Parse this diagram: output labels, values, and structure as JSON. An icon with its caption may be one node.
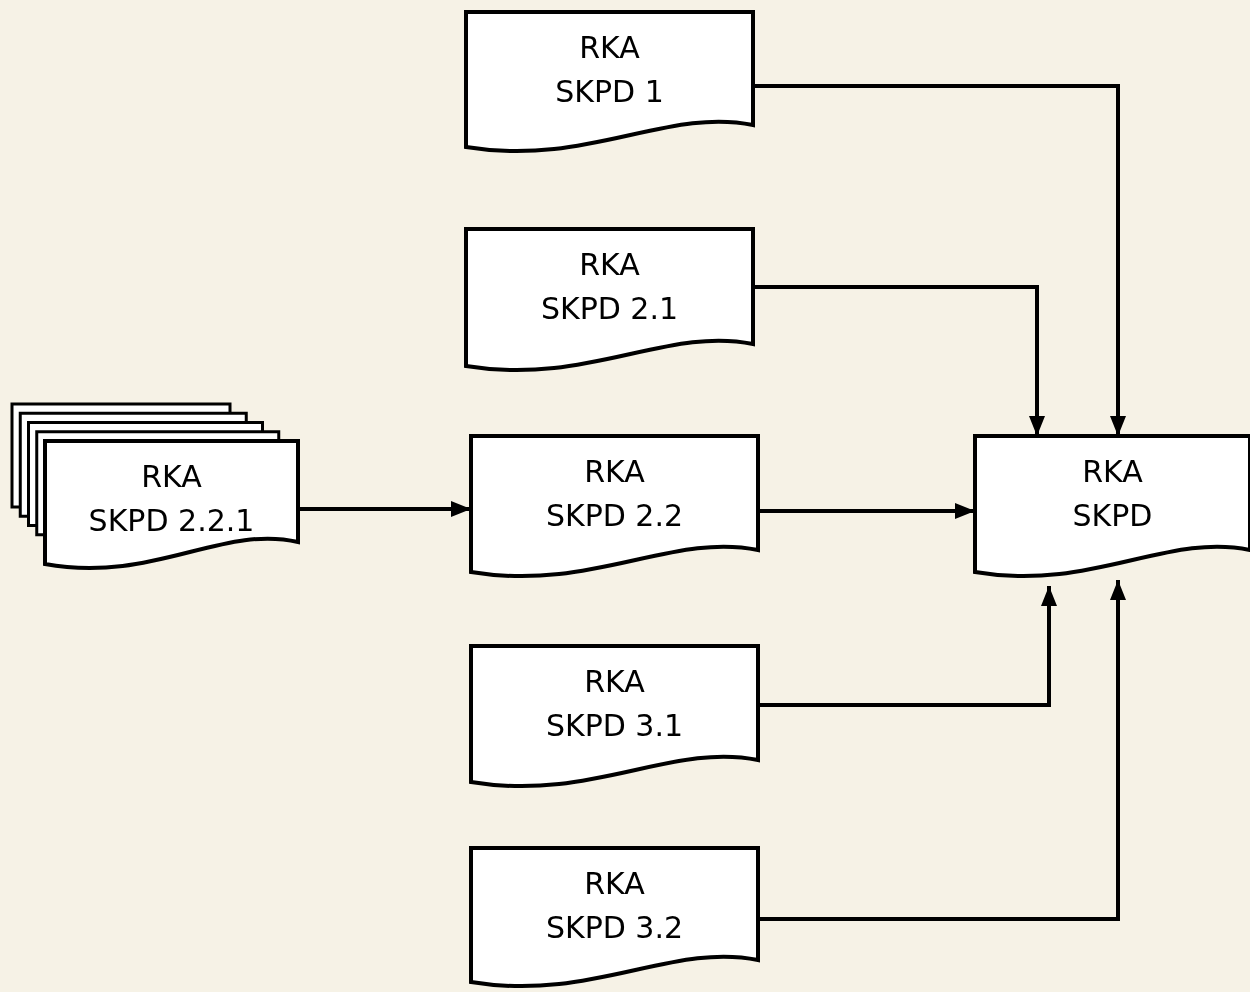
{
  "diagram": {
    "nodes": [
      {
        "text": [
          "RKA SKPD 1"
        ]
      },
      {
        "text": [
          "RKA SKPD 2.1"
        ]
      },
      {
        "text": [
          "RKA SKPD 2.2.1"
        ]
      },
      {
        "text": [
          "RKA SKPD 2.2"
        ]
      },
      {
        "text": [
          "RKA SKPD"
        ]
      },
      {
        "text": [
          "RKA SKPD 3.1"
        ]
      },
      {
        "text": [
          "RKA SKPD 3.2"
        ]
      }
    ],
    "edges": [
      {
        "from": 0,
        "to": 4,
        "arrow": "to"
      },
      {
        "from": 1,
        "to": 4,
        "arrow": "to"
      },
      {
        "from": 2,
        "to": 3,
        "arrow": "to"
      },
      {
        "from": 3,
        "to": 4,
        "arrow": "to"
      },
      {
        "from": 5,
        "to": 4,
        "arrow": "to"
      },
      {
        "from": 6,
        "to": 4,
        "arrow": "to"
      }
    ]
  }
}
